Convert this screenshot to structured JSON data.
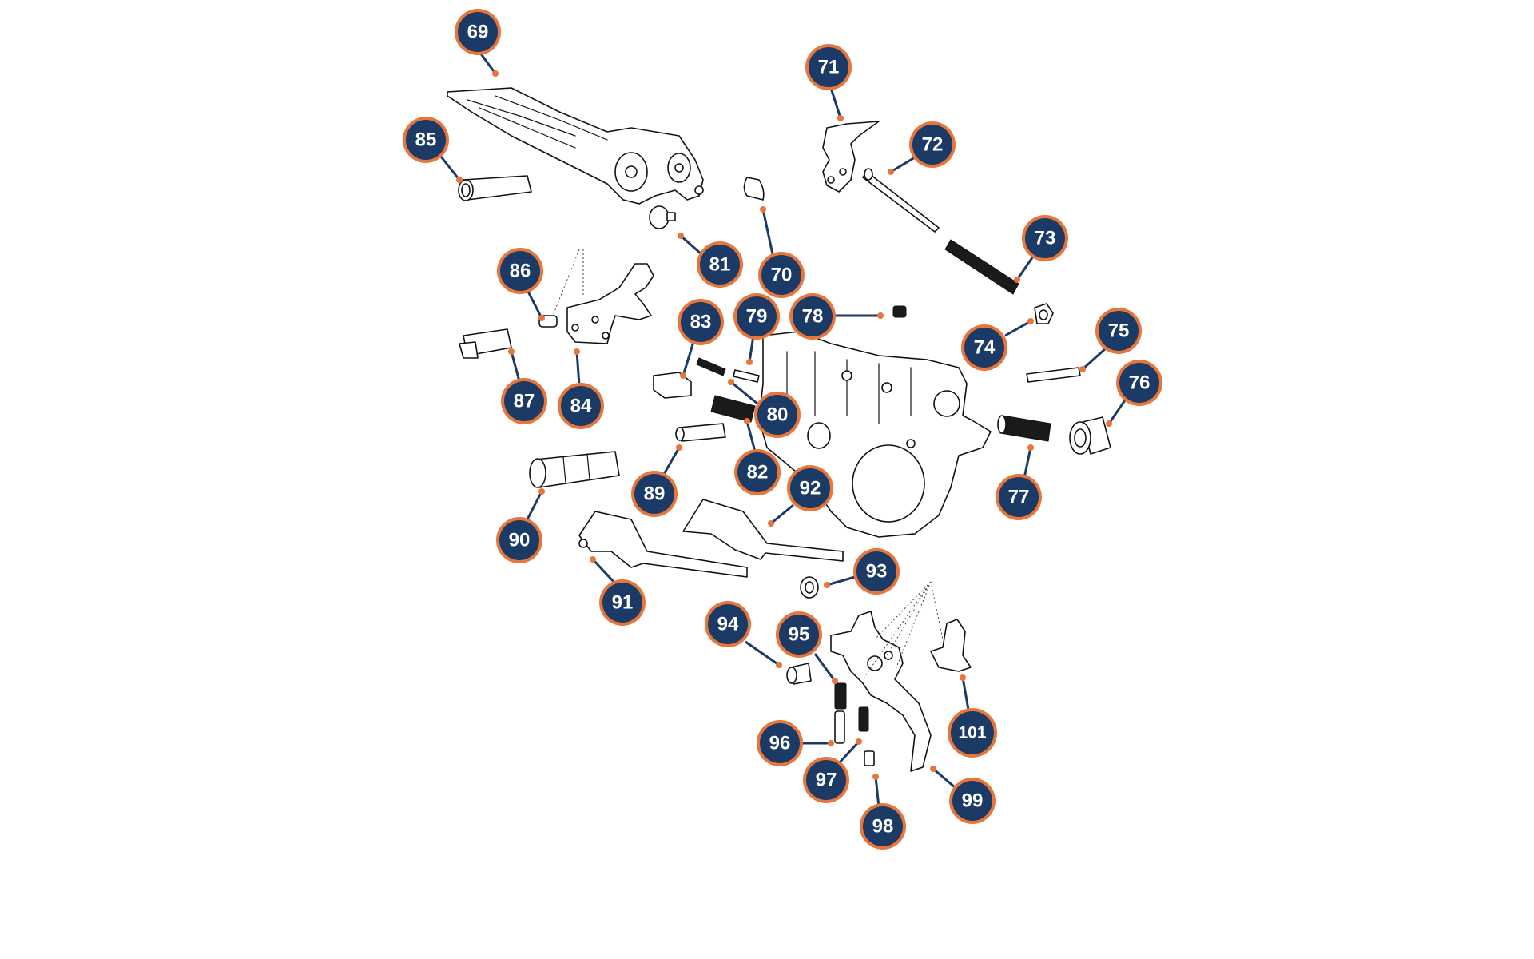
{
  "diagram": {
    "accent_color": "#e8763a",
    "badge_color": "#1b3a66",
    "callouts": [
      {
        "id": "69",
        "label": "69"
      },
      {
        "id": "70",
        "label": "70"
      },
      {
        "id": "71",
        "label": "71"
      },
      {
        "id": "72",
        "label": "72"
      },
      {
        "id": "73",
        "label": "73"
      },
      {
        "id": "74",
        "label": "74"
      },
      {
        "id": "75",
        "label": "75"
      },
      {
        "id": "76",
        "label": "76"
      },
      {
        "id": "77",
        "label": "77"
      },
      {
        "id": "78",
        "label": "78"
      },
      {
        "id": "79",
        "label": "79"
      },
      {
        "id": "80",
        "label": "80"
      },
      {
        "id": "81",
        "label": "81"
      },
      {
        "id": "82",
        "label": "82"
      },
      {
        "id": "83",
        "label": "83"
      },
      {
        "id": "84",
        "label": "84"
      },
      {
        "id": "85",
        "label": "85"
      },
      {
        "id": "86",
        "label": "86"
      },
      {
        "id": "87",
        "label": "87"
      },
      {
        "id": "89",
        "label": "89"
      },
      {
        "id": "90",
        "label": "90"
      },
      {
        "id": "91",
        "label": "91"
      },
      {
        "id": "92",
        "label": "92"
      },
      {
        "id": "93",
        "label": "93"
      },
      {
        "id": "94",
        "label": "94"
      },
      {
        "id": "95",
        "label": "95"
      },
      {
        "id": "96",
        "label": "96"
      },
      {
        "id": "97",
        "label": "97"
      },
      {
        "id": "98",
        "label": "98"
      },
      {
        "id": "99",
        "label": "99"
      },
      {
        "id": "101",
        "label": "101"
      }
    ]
  }
}
